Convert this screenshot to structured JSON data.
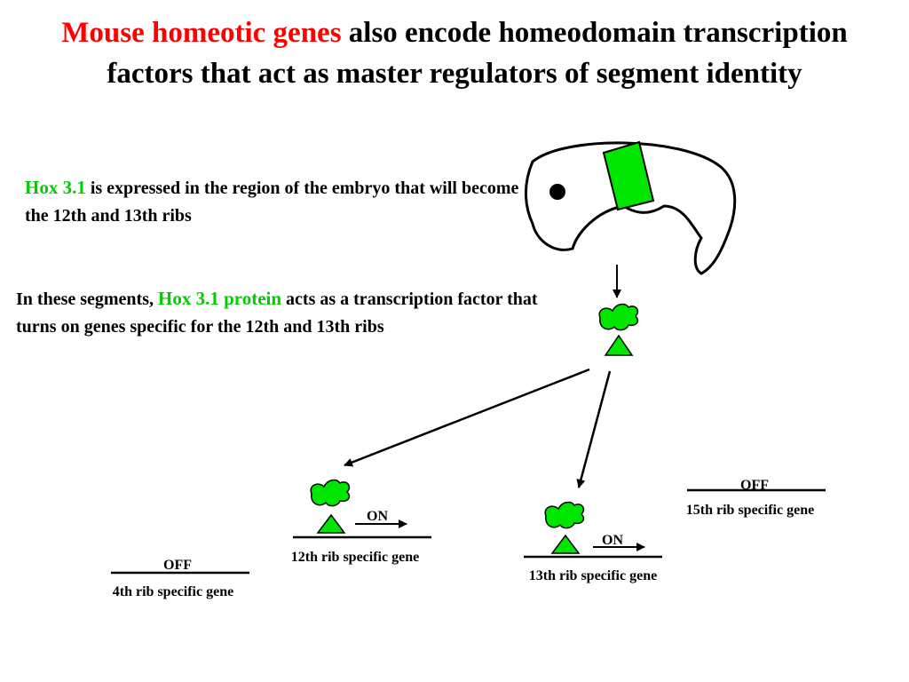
{
  "title": {
    "highlight": "Mouse homeotic genes",
    "rest": " also encode homeodomain transcription factors that act as master regulators of segment identity"
  },
  "para1": {
    "highlight": "Hox 3.1",
    "rest": " is expressed in the region of the embryo that will become the 12th and 13th ribs"
  },
  "para2": {
    "pre": "In these segments, ",
    "highlight": "Hox 3.1 protein",
    "rest": " acts as a transcription factor that turns on genes specific for the 12th and 13th ribs"
  },
  "genes": {
    "rib4": {
      "state": "OFF",
      "label": "4th rib specific gene"
    },
    "rib12": {
      "state": "ON",
      "label": "12th rib specific gene"
    },
    "rib13": {
      "state": "ON",
      "label": "13th rib specific gene"
    },
    "rib15": {
      "state": "OFF",
      "label": "15th rib specific gene"
    }
  },
  "colors": {
    "accent_red": "#ff0000",
    "hox_green": "#00e600",
    "text_green": "#00cc00"
  }
}
